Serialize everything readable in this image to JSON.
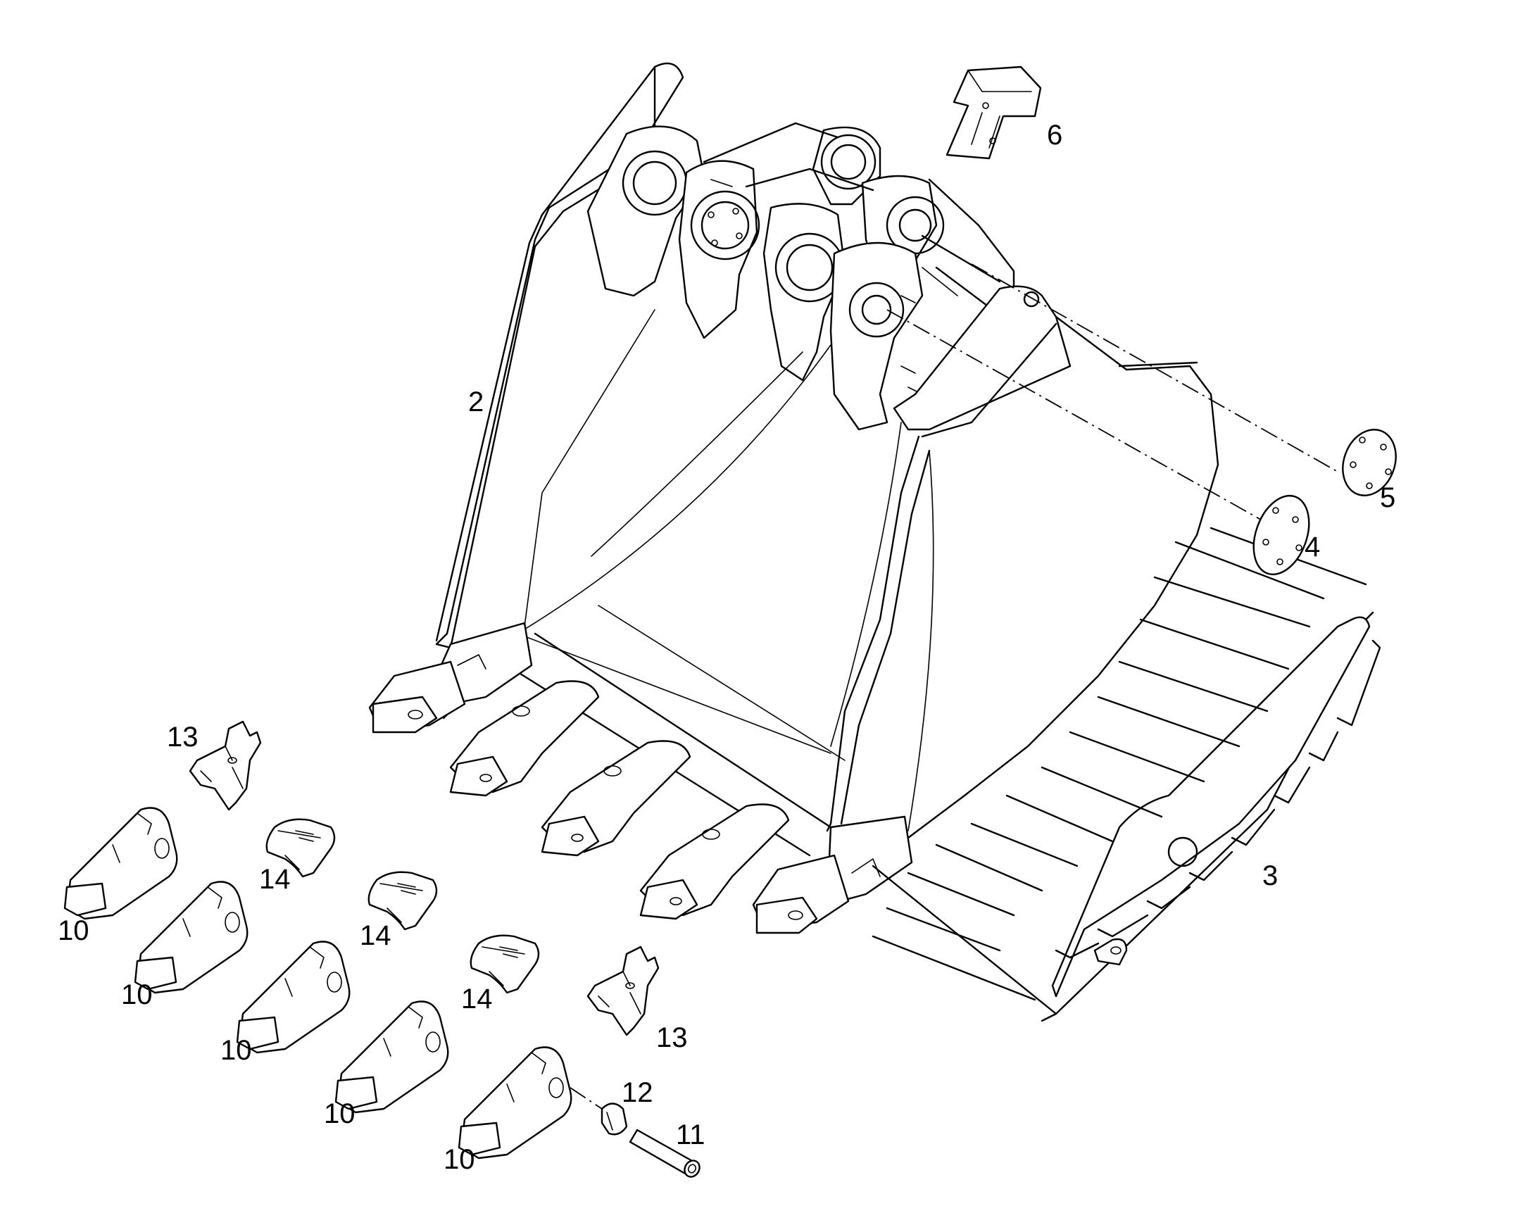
{
  "callouts": {
    "c2": "2",
    "c3": "3",
    "c4": "4",
    "c5": "5",
    "c6": "6",
    "c10a": "10",
    "c10b": "10",
    "c10c": "10",
    "c10d": "10",
    "c10e": "10",
    "c11": "11",
    "c12": "12",
    "c13a": "13",
    "c13b": "13",
    "c14a": "14",
    "c14b": "14",
    "c14c": "14"
  }
}
